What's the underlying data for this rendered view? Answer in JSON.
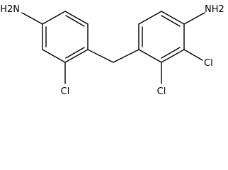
{
  "structure": {
    "atom_labels": {
      "nh2_left": "H2N",
      "cl_left": "Cl",
      "nh2_right": "NH2",
      "cl_right_upper": "Cl",
      "cl_right_lower": "Cl"
    }
  }
}
